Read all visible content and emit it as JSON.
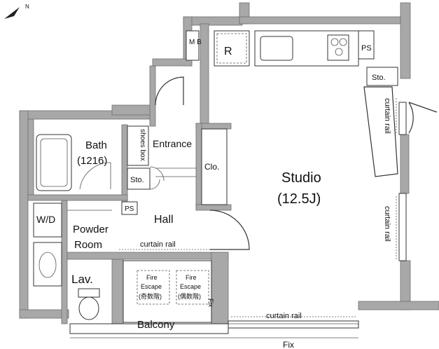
{
  "compass": {
    "label": "N"
  },
  "rooms": {
    "studio": {
      "name": "Studio",
      "size": "(12.5J)"
    },
    "bath": {
      "name": "Bath",
      "size": "(1216)"
    },
    "entrance": "Entrance",
    "shoes_box": "shoes box",
    "storage": "Sto.",
    "closet": "Clo.",
    "hall": "Hall",
    "washer_dryer": "W/D",
    "powder_room": {
      "line1": "Powder",
      "line2": "Room"
    },
    "lavatory": "Lav.",
    "balcony": "Balcony",
    "meter_box": "M B",
    "pipe_space": "PS",
    "refrigerator": "R"
  },
  "fire_escapes": [
    {
      "line1": "Fire",
      "line2": "Escape",
      "line3": "(奇数階)"
    },
    {
      "line1": "Fire",
      "line2": "Escape",
      "line3": "(偶数階)"
    }
  ],
  "curtain_rail": "curtain rail",
  "fix": "Fix",
  "colors": {
    "wall": "#a8a8a8",
    "line": "#333333",
    "background": "#ffffff"
  }
}
